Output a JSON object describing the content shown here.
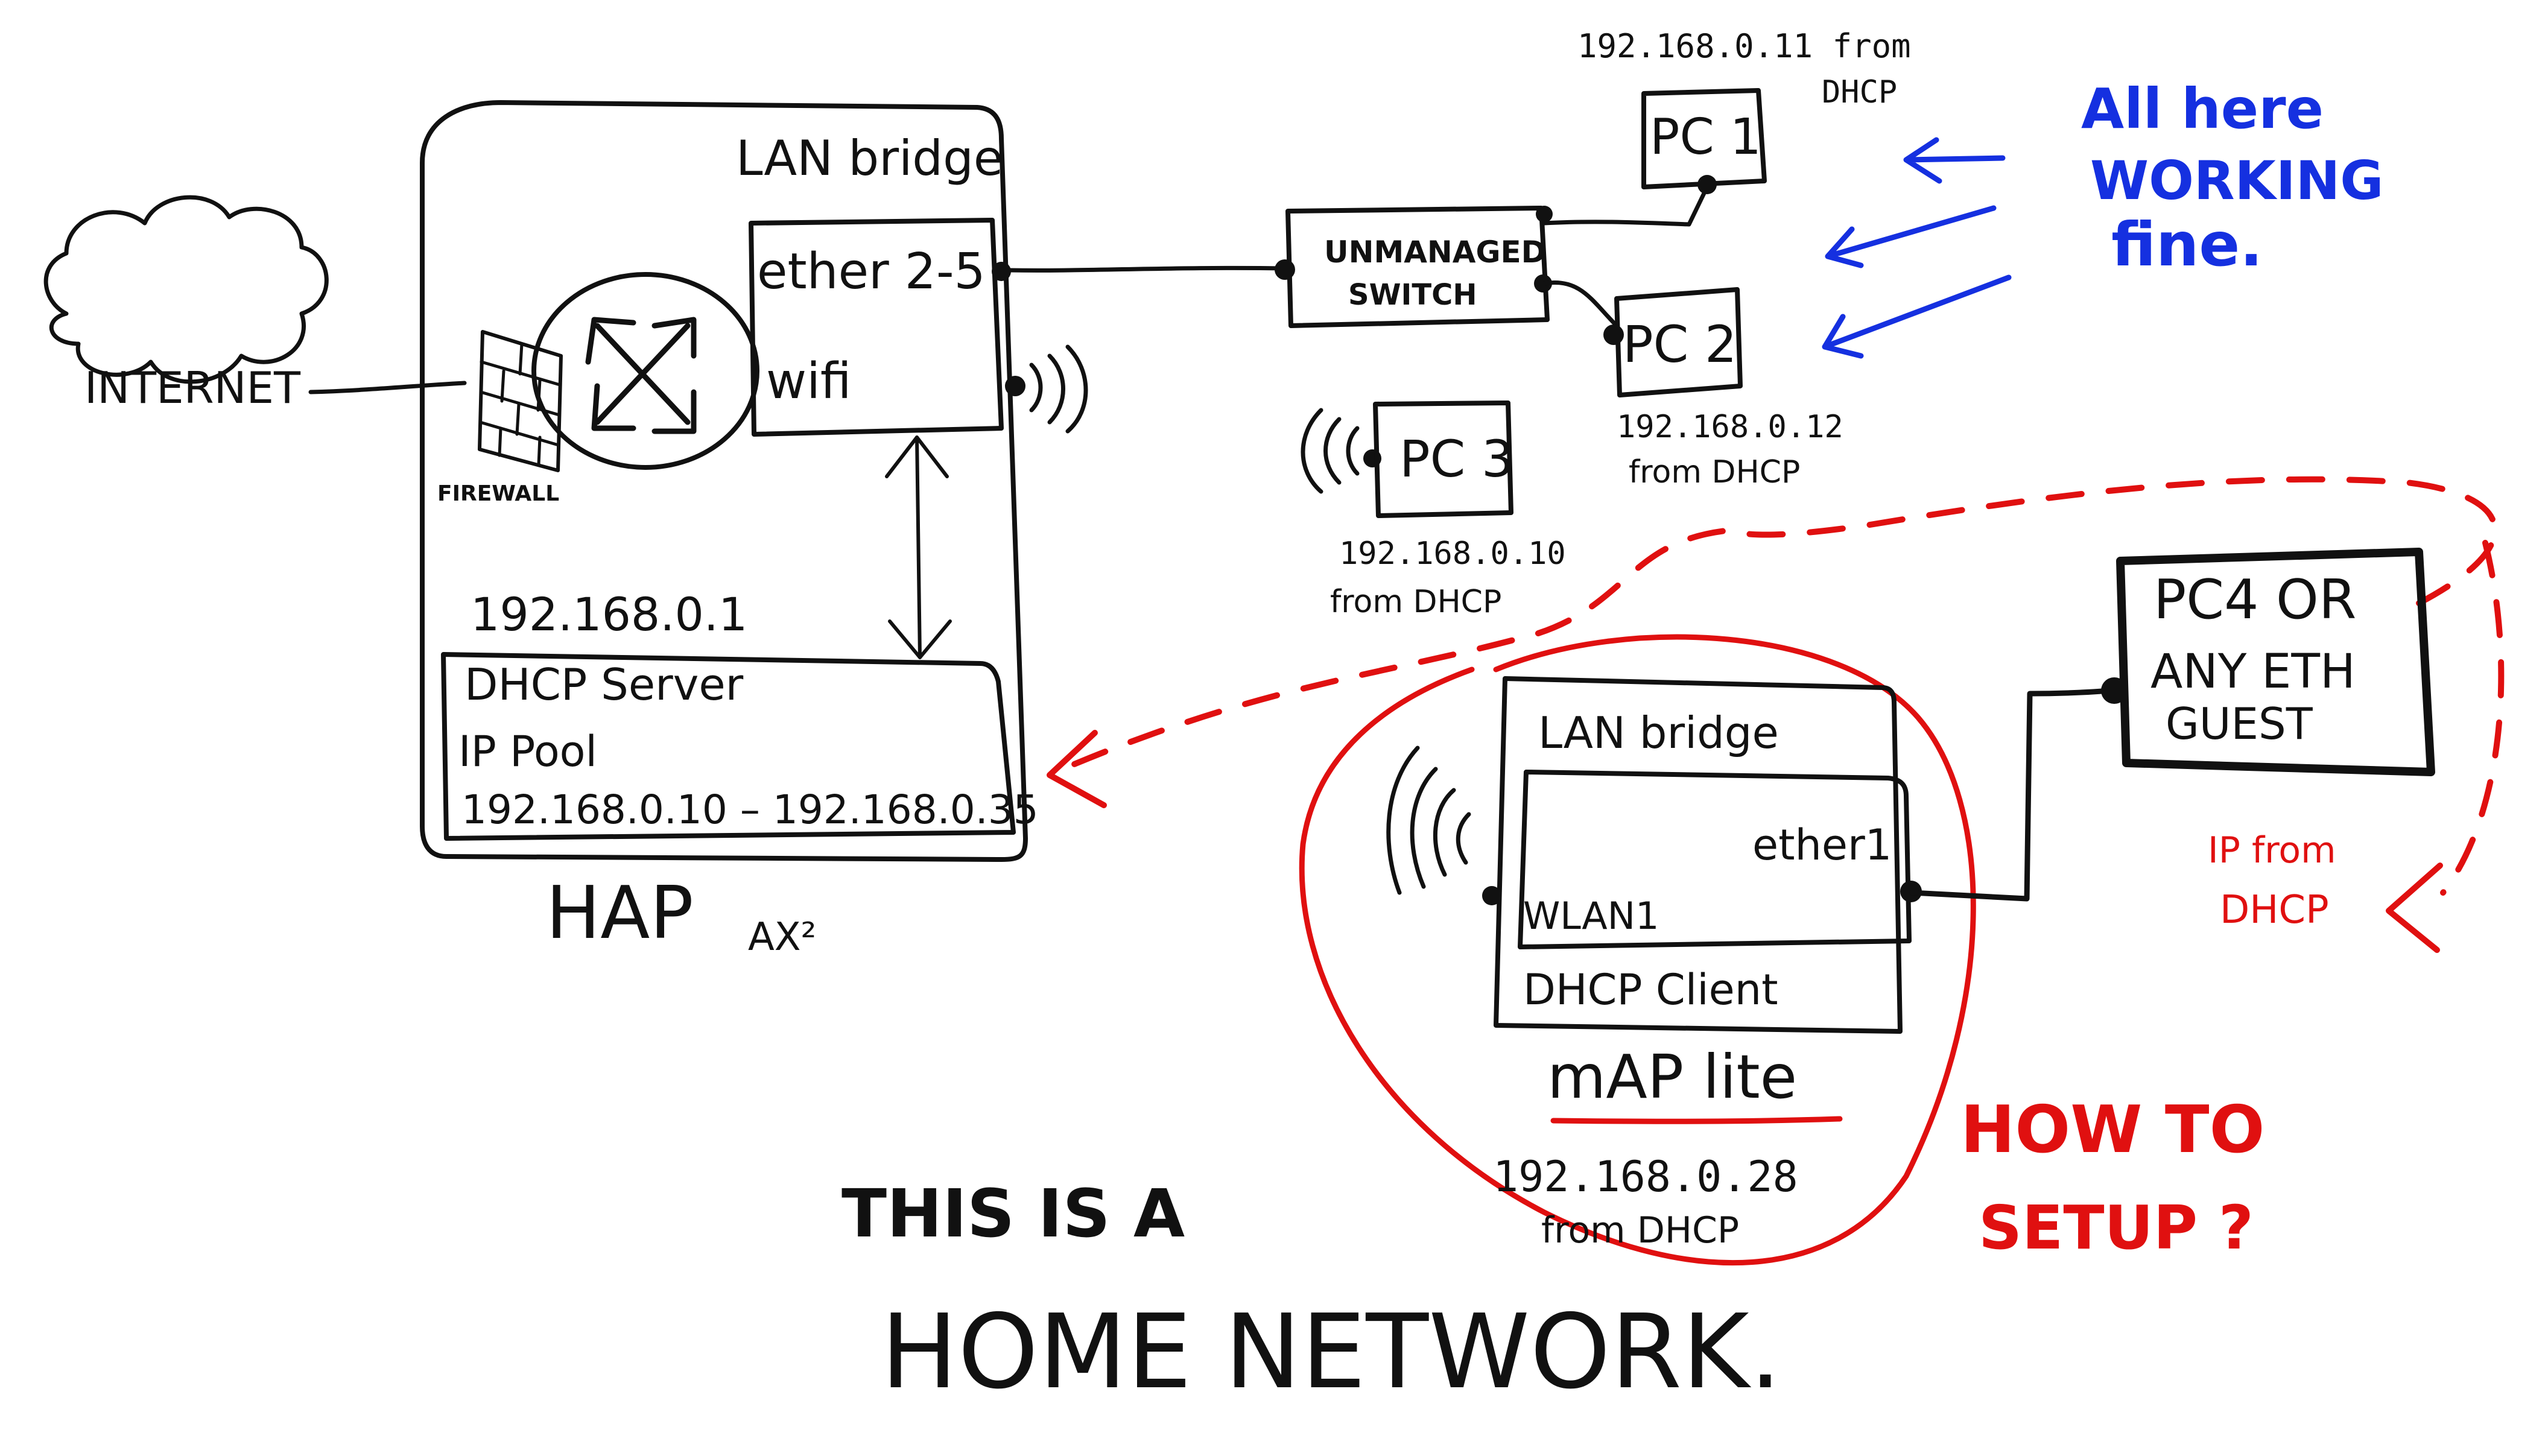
{
  "internet": {
    "label": "INTERNET"
  },
  "firewall": {
    "label": "FIREWALL"
  },
  "hap": {
    "title": "HAP",
    "model": "AX²",
    "lan_bridge": "LAN bridge",
    "ports": "ether 2-5",
    "wifi": "wifi",
    "ip": "192.168.0.1",
    "dhcp_server": "DHCP Server",
    "ip_pool_label": "IP Pool",
    "ip_pool_range": "192.168.0.10 – 192.168.0.35"
  },
  "switch": {
    "line1": "UNMANAGED",
    "line2": "SWITCH"
  },
  "pc1": {
    "name": "PC 1",
    "ip_line1": "192.168.0.11 from",
    "ip_line2": "DHCP"
  },
  "pc2": {
    "name": "PC 2",
    "ip_line1": "192.168.0.12",
    "ip_line2": "from DHCP"
  },
  "pc3": {
    "name": "PC 3",
    "ip_line1": "192.168.0.10",
    "ip_line2": "from DHCP"
  },
  "pc4": {
    "line1": "PC4 OR",
    "line2": "ANY ETH",
    "line3": "GUEST"
  },
  "pc4_ip": {
    "line1": "IP from",
    "line2": "DHCP"
  },
  "map": {
    "lan_bridge": "LAN bridge",
    "ether": "ether1",
    "wlan": "WLAN1",
    "dhcp_client": "DHCP Client",
    "title": "mAP lite",
    "ip_line1": "192.168.0.28",
    "ip_line2": "from DHCP"
  },
  "note_blue": {
    "line1": "All here",
    "line2": "WORKING",
    "line3": "fine."
  },
  "note_red": {
    "line1": "HOW TO",
    "line2": "SETUP ?"
  },
  "caption": {
    "line1": "THIS IS A",
    "line2": "HOME NETWORK."
  },
  "colors": {
    "ink": "#111111",
    "blue": "#1530e0",
    "red": "#e01010"
  }
}
